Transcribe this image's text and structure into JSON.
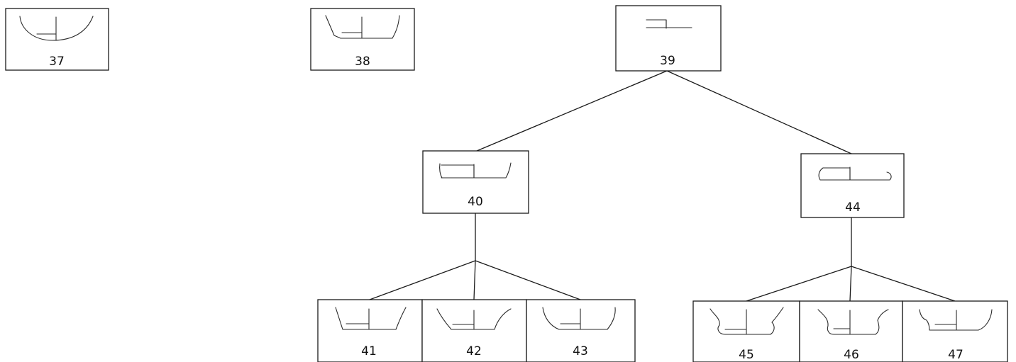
{
  "nodes": [
    {
      "id": "n37",
      "label": "37"
    },
    {
      "id": "n38",
      "label": "38"
    },
    {
      "id": "n39",
      "label": "39"
    },
    {
      "id": "n40",
      "label": "40"
    },
    {
      "id": "n41",
      "label": "41"
    },
    {
      "id": "n42",
      "label": "42"
    },
    {
      "id": "n43",
      "label": "43"
    },
    {
      "id": "n44",
      "label": "44"
    },
    {
      "id": "n45",
      "label": "45"
    },
    {
      "id": "n46",
      "label": "46"
    },
    {
      "id": "n47",
      "label": "47"
    }
  ],
  "edges": [
    {
      "from": "39",
      "to": "40"
    },
    {
      "from": "39",
      "to": "44"
    },
    {
      "from": "40",
      "to": "41"
    },
    {
      "from": "40",
      "to": "42"
    },
    {
      "from": "40",
      "to": "43"
    },
    {
      "from": "44",
      "to": "45"
    },
    {
      "from": "44",
      "to": "46"
    },
    {
      "from": "44",
      "to": "47"
    }
  ]
}
